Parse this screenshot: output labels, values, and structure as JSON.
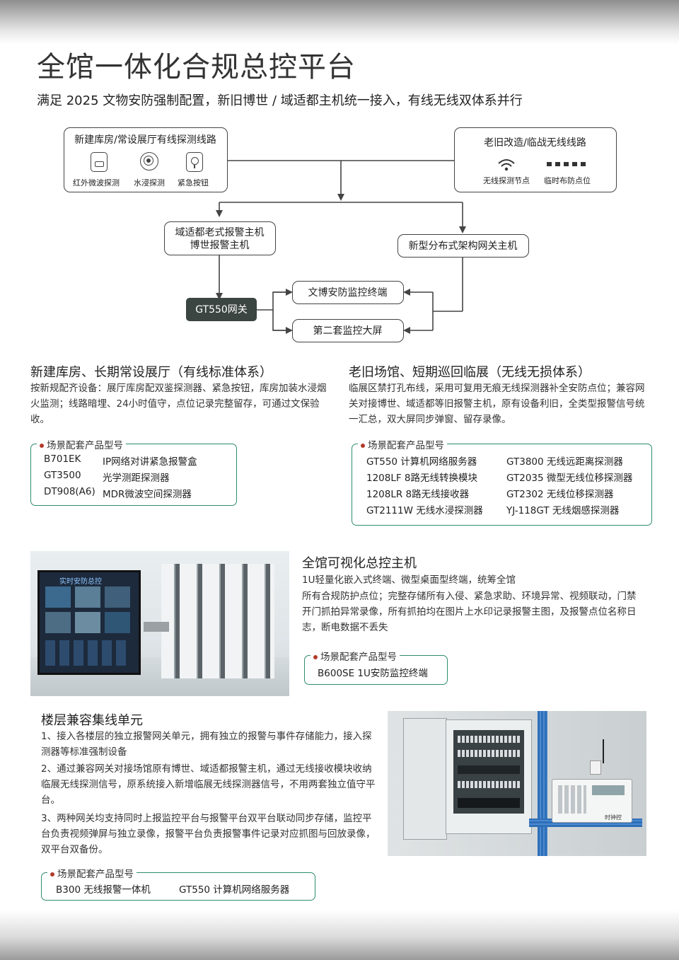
{
  "title": "全馆一体化合规总控平台",
  "subtitle": "满足 2025 文物安防强制配置，新旧博世 / 域适都主机统一接入，有线无线双体系并行",
  "diagram": {
    "wired_box": {
      "title": "新建库房/常设展厅有线探测线路",
      "items": [
        "红外微波探测",
        "水浸探测",
        "紧急按钮"
      ]
    },
    "wireless_box": {
      "title": "老旧改造/临战无线线路",
      "items": [
        "无线探测节点",
        "临时布防点位"
      ]
    },
    "legacy_host": {
      "line1": "域适都老式报警主机",
      "line2": "博世报警主机"
    },
    "new_host": "新型分布式架构网关主机",
    "gateway": "GT550网关",
    "terminal": "文博安防监控终端",
    "screen": "第二套监控大屏"
  },
  "section_wired": {
    "heading": "新建库房、长期常设展厅（有线标准体系）",
    "text": "按新规配齐设备：展厅库房配双鉴探测器、紧急按钮，库房加装水浸烟火监测；线路暗埋、24小时值守，点位记录完整留存，可通过文保验收。",
    "products_title": "场景配套产品型号",
    "products": [
      {
        "model": "B701EK",
        "desc": "IP网络对讲紧急报警盒"
      },
      {
        "model": "GT3500",
        "desc": "光学测距探测器"
      },
      {
        "model": "DT908(A6)",
        "desc": "MDR微波空间探测器"
      }
    ]
  },
  "section_wireless": {
    "heading": "老旧场馆、短期巡回临展（无线无损体系）",
    "text": "临展区禁打孔布线，采用可复用无痕无线探测器补全安防点位；兼容网关对接博世、域适都等旧报警主机，原有设备利旧，全类型报警信号统一汇总，双大屏同步弹窗、留存录像。",
    "products_title": "场景配套产品型号",
    "products_left": [
      "GT550  计算机网络服务器",
      "1208LF  8路无线转换模块",
      "1208LR  8路无线接收器",
      "GT2111W  无线水浸探测器"
    ],
    "products_right": [
      "GT3800  无线远距离探测器",
      "GT2035  微型无线位移探测器",
      "GT2302  无线位移探测器",
      "YJ-118GT  无线烟感探测器"
    ]
  },
  "section_host": {
    "heading": "全馆可视化总控主机",
    "line1": "1U轻量化嵌入式终端、微型桌面型终端，统筹全馆",
    "text": "所有合规防护点位；完整存储所有入侵、紧急求助、环境异常、视频联动，门禁开门抓拍异常录像，所有抓拍均在图片上水印记录报警主图，及报警点位名称日志，断电数据不丢失",
    "products_title": "场景配套产品型号",
    "product": "B600SE  1U安防监控终端",
    "screen_label": "实时安防总控"
  },
  "section_floor": {
    "heading": "楼层兼容集线单元",
    "text1": "1、接入各楼层的独立报警网关单元，拥有独立的报警与事件存储能力，接入探测器等标准强制设备",
    "text2": "2、通过兼容网关对接场馆原有博世、域适都报警主机，通过无线接收模块收纳临展无线探测信号，原系统接入新增临展无线探测器信号，不用两套独立值守平台。",
    "text3": "3、两种网关均支持同时上报监控平台与报警平台双平台联动同步存储，监控平台负责视频弹屏与独立录像，报警平台负责报警事件记录对应抓图与回放录像，双平台双备份。",
    "products_title": "场景配套产品型号",
    "products": [
      "B300 无线报警一体机",
      "GT550  计算机网络服务器"
    ],
    "device_label": "时钟控"
  },
  "colors": {
    "accent_green": "#2e8c6c",
    "dark_box": "#3b4542",
    "dot_red": "#b23a2a"
  }
}
